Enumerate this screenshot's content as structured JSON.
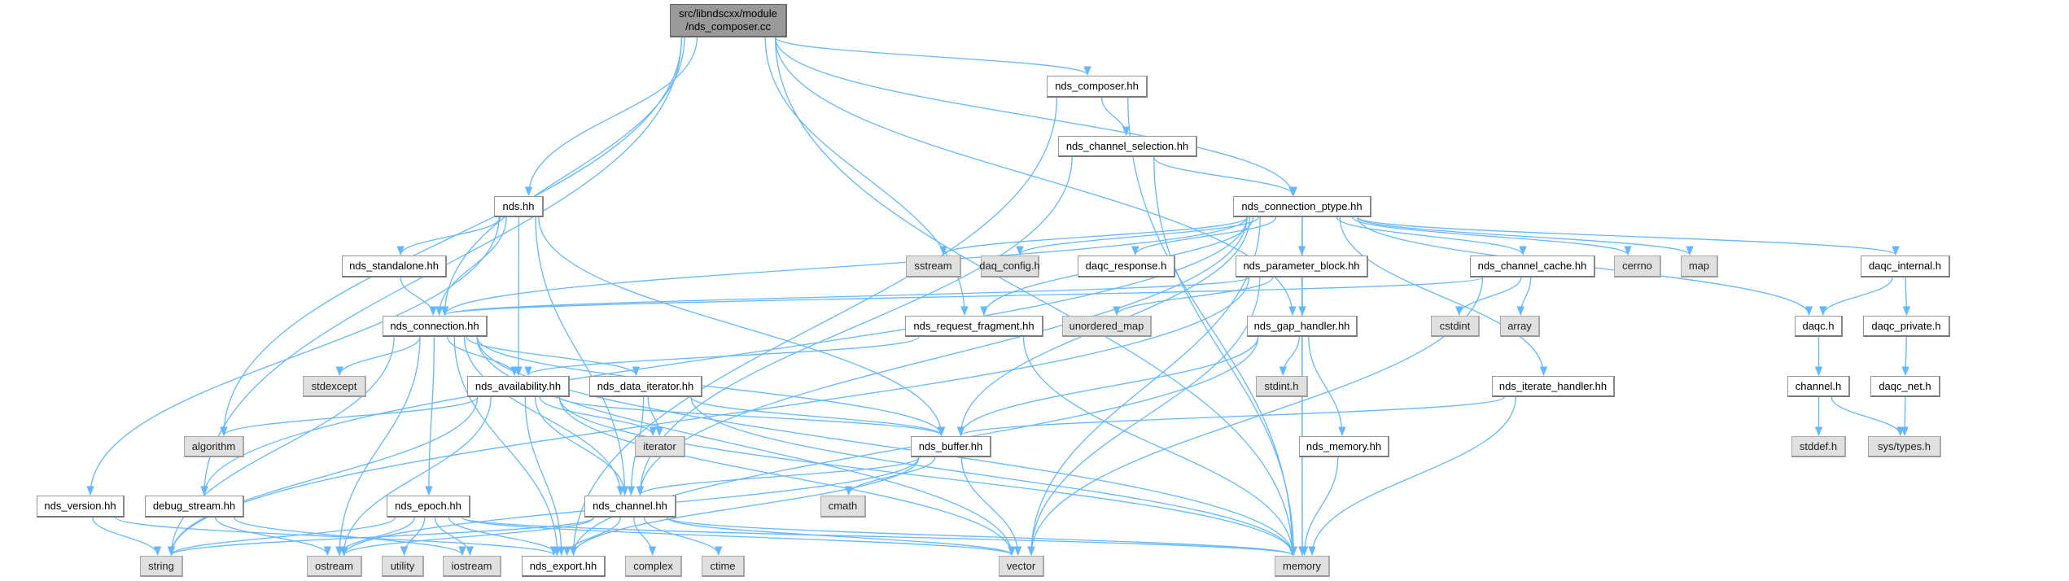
{
  "graph": {
    "title": "src/libndscxx/module\n/nds_composer.cc",
    "edge_color": "#63b8ff",
    "nodes": [
      {
        "id": "root",
        "label": "src/libndscxx/module\n/nds_composer.cc",
        "kind": "root"
      },
      {
        "id": "composer",
        "label": "nds_composer.hh",
        "kind": "local"
      },
      {
        "id": "chsel",
        "label": "nds_channel_selection.hh",
        "kind": "local"
      },
      {
        "id": "ndshh",
        "label": "nds.hh",
        "kind": "local"
      },
      {
        "id": "ptype",
        "label": "nds_connection_ptype.hh",
        "kind": "local"
      },
      {
        "id": "standalone",
        "label": "nds_standalone.hh",
        "kind": "local"
      },
      {
        "id": "sstream",
        "label": "sstream",
        "kind": "external"
      },
      {
        "id": "daqconfig",
        "label": "daq_config.h",
        "kind": "external"
      },
      {
        "id": "daqcresp",
        "label": "daqc_response.h",
        "kind": "local"
      },
      {
        "id": "paramblock",
        "label": "nds_parameter_block.hh",
        "kind": "local"
      },
      {
        "id": "chcache",
        "label": "nds_channel_cache.hh",
        "kind": "local"
      },
      {
        "id": "cerrno",
        "label": "cerrno",
        "kind": "external"
      },
      {
        "id": "map",
        "label": "map",
        "kind": "external"
      },
      {
        "id": "daqcinternal",
        "label": "daqc_internal.h",
        "kind": "local"
      },
      {
        "id": "connection",
        "label": "nds_connection.hh",
        "kind": "local"
      },
      {
        "id": "reqfrag",
        "label": "nds_request_fragment.hh",
        "kind": "local"
      },
      {
        "id": "umap",
        "label": "unordered_map",
        "kind": "external"
      },
      {
        "id": "gap",
        "label": "nds_gap_handler.hh",
        "kind": "local"
      },
      {
        "id": "cstdint",
        "label": "cstdint",
        "kind": "external"
      },
      {
        "id": "array",
        "label": "array",
        "kind": "external"
      },
      {
        "id": "daqch",
        "label": "daqc.h",
        "kind": "local"
      },
      {
        "id": "daqcpriv",
        "label": "daqc_private.h",
        "kind": "local"
      },
      {
        "id": "stdexcept",
        "label": "stdexcept",
        "kind": "external"
      },
      {
        "id": "avail",
        "label": "nds_availability.hh",
        "kind": "local"
      },
      {
        "id": "dataiter",
        "label": "nds_data_iterator.hh",
        "kind": "local"
      },
      {
        "id": "stdint",
        "label": "stdint.h",
        "kind": "external"
      },
      {
        "id": "iterhandler",
        "label": "nds_iterate_handler.hh",
        "kind": "local"
      },
      {
        "id": "channelh",
        "label": "channel.h",
        "kind": "local"
      },
      {
        "id": "daqcnet",
        "label": "daqc_net.h",
        "kind": "local"
      },
      {
        "id": "algorithm",
        "label": "algorithm",
        "kind": "external"
      },
      {
        "id": "iterator",
        "label": "iterator",
        "kind": "external"
      },
      {
        "id": "buffer",
        "label": "nds_buffer.hh",
        "kind": "local"
      },
      {
        "id": "ndsmemory",
        "label": "nds_memory.hh",
        "kind": "local"
      },
      {
        "id": "stddef",
        "label": "stddef.h",
        "kind": "external"
      },
      {
        "id": "systypes",
        "label": "sys/types.h",
        "kind": "external"
      },
      {
        "id": "version",
        "label": "nds_version.hh",
        "kind": "local"
      },
      {
        "id": "debugstream",
        "label": "debug_stream.hh",
        "kind": "local"
      },
      {
        "id": "epoch",
        "label": "nds_epoch.hh",
        "kind": "local"
      },
      {
        "id": "channel",
        "label": "nds_channel.hh",
        "kind": "local"
      },
      {
        "id": "cmath",
        "label": "cmath",
        "kind": "external"
      },
      {
        "id": "string",
        "label": "string",
        "kind": "external"
      },
      {
        "id": "ostream",
        "label": "ostream",
        "kind": "external"
      },
      {
        "id": "utility",
        "label": "utility",
        "kind": "external"
      },
      {
        "id": "iostream",
        "label": "iostream",
        "kind": "external"
      },
      {
        "id": "export",
        "label": "nds_export.hh",
        "kind": "local"
      },
      {
        "id": "complex",
        "label": "complex",
        "kind": "external"
      },
      {
        "id": "ctime",
        "label": "ctime",
        "kind": "external"
      },
      {
        "id": "vector",
        "label": "vector",
        "kind": "external"
      },
      {
        "id": "memory",
        "label": "memory",
        "kind": "external"
      }
    ],
    "edges": [
      [
        "root",
        "ndshh"
      ],
      [
        "root",
        "composer"
      ],
      [
        "root",
        "ptype"
      ],
      [
        "root",
        "connection"
      ],
      [
        "root",
        "reqfrag"
      ],
      [
        "root",
        "gap"
      ],
      [
        "root",
        "algorithm"
      ],
      [
        "root",
        "debugstream"
      ],
      [
        "root",
        "memory"
      ],
      [
        "composer",
        "chsel"
      ],
      [
        "composer",
        "memory"
      ],
      [
        "composer",
        "export"
      ],
      [
        "chsel",
        "ptype"
      ],
      [
        "chsel",
        "memory"
      ],
      [
        "chsel",
        "channel"
      ],
      [
        "ndshh",
        "standalone"
      ],
      [
        "ndshh",
        "connection"
      ],
      [
        "ndshh",
        "avail"
      ],
      [
        "ndshh",
        "buffer"
      ],
      [
        "ndshh",
        "channel"
      ],
      [
        "ndshh",
        "version"
      ],
      [
        "standalone",
        "connection"
      ],
      [
        "ptype",
        "sstream"
      ],
      [
        "ptype",
        "daqconfig"
      ],
      [
        "ptype",
        "daqcresp"
      ],
      [
        "ptype",
        "paramblock"
      ],
      [
        "ptype",
        "chcache"
      ],
      [
        "ptype",
        "cerrno"
      ],
      [
        "ptype",
        "map"
      ],
      [
        "ptype",
        "daqcinternal"
      ],
      [
        "ptype",
        "daqch"
      ],
      [
        "ptype",
        "iterhandler"
      ],
      [
        "ptype",
        "memory"
      ],
      [
        "ptype",
        "connection"
      ],
      [
        "ptype",
        "reqfrag"
      ],
      [
        "ptype",
        "gap"
      ],
      [
        "ptype",
        "buffer"
      ],
      [
        "ptype",
        "channel"
      ],
      [
        "ptype",
        "debugstream"
      ],
      [
        "ptype",
        "vector"
      ],
      [
        "paramblock",
        "connection"
      ],
      [
        "paramblock",
        "umap"
      ],
      [
        "paramblock",
        "gap"
      ],
      [
        "paramblock",
        "memory"
      ],
      [
        "paramblock",
        "vector"
      ],
      [
        "paramblock",
        "string"
      ],
      [
        "chcache",
        "connection"
      ],
      [
        "chcache",
        "cstdint"
      ],
      [
        "chcache",
        "array"
      ],
      [
        "chcache",
        "vector"
      ],
      [
        "daqcinternal",
        "daqch"
      ],
      [
        "daqcinternal",
        "daqcpriv"
      ],
      [
        "connection",
        "stdexcept"
      ],
      [
        "connection",
        "avail"
      ],
      [
        "connection",
        "dataiter"
      ],
      [
        "connection",
        "buffer"
      ],
      [
        "connection",
        "channel"
      ],
      [
        "connection",
        "epoch"
      ],
      [
        "connection",
        "export"
      ],
      [
        "connection",
        "ostream"
      ],
      [
        "connection",
        "string"
      ],
      [
        "connection",
        "memory"
      ],
      [
        "connection",
        "vector"
      ],
      [
        "reqfrag",
        "avail"
      ],
      [
        "reqfrag",
        "memory"
      ],
      [
        "gap",
        "stdint"
      ],
      [
        "gap",
        "ndsmemory"
      ],
      [
        "gap",
        "buffer"
      ],
      [
        "gap",
        "export"
      ],
      [
        "daqch",
        "channelh"
      ],
      [
        "daqcpriv",
        "daqcnet"
      ],
      [
        "channelh",
        "stddef"
      ],
      [
        "channelh",
        "systypes"
      ],
      [
        "daqcnet",
        "systypes"
      ],
      [
        "avail",
        "algorithm"
      ],
      [
        "avail",
        "iterator"
      ],
      [
        "avail",
        "buffer"
      ],
      [
        "avail",
        "channel"
      ],
      [
        "avail",
        "export"
      ],
      [
        "avail",
        "string"
      ],
      [
        "avail",
        "ostream"
      ],
      [
        "avail",
        "memory"
      ],
      [
        "avail",
        "vector"
      ],
      [
        "dataiter",
        "iterator"
      ],
      [
        "dataiter",
        "buffer"
      ],
      [
        "dataiter",
        "channel"
      ],
      [
        "dataiter",
        "memory"
      ],
      [
        "buffer",
        "channel"
      ],
      [
        "buffer",
        "cmath"
      ],
      [
        "buffer",
        "export"
      ],
      [
        "buffer",
        "vector"
      ],
      [
        "buffer",
        "ostream"
      ],
      [
        "iterhandler",
        "buffer"
      ],
      [
        "iterhandler",
        "memory"
      ],
      [
        "ndsmemory",
        "memory"
      ],
      [
        "version",
        "string"
      ],
      [
        "version",
        "export"
      ],
      [
        "debugstream",
        "ostream"
      ],
      [
        "debugstream",
        "iostream"
      ],
      [
        "epoch",
        "string"
      ],
      [
        "epoch",
        "ostream"
      ],
      [
        "epoch",
        "utility"
      ],
      [
        "epoch",
        "iostream"
      ],
      [
        "epoch",
        "export"
      ],
      [
        "epoch",
        "memory"
      ],
      [
        "epoch",
        "vector"
      ],
      [
        "channel",
        "string"
      ],
      [
        "channel",
        "ostream"
      ],
      [
        "channel",
        "export"
      ],
      [
        "channel",
        "complex"
      ],
      [
        "channel",
        "ctime"
      ],
      [
        "channel",
        "vector"
      ],
      [
        "channel",
        "memory"
      ]
    ]
  }
}
